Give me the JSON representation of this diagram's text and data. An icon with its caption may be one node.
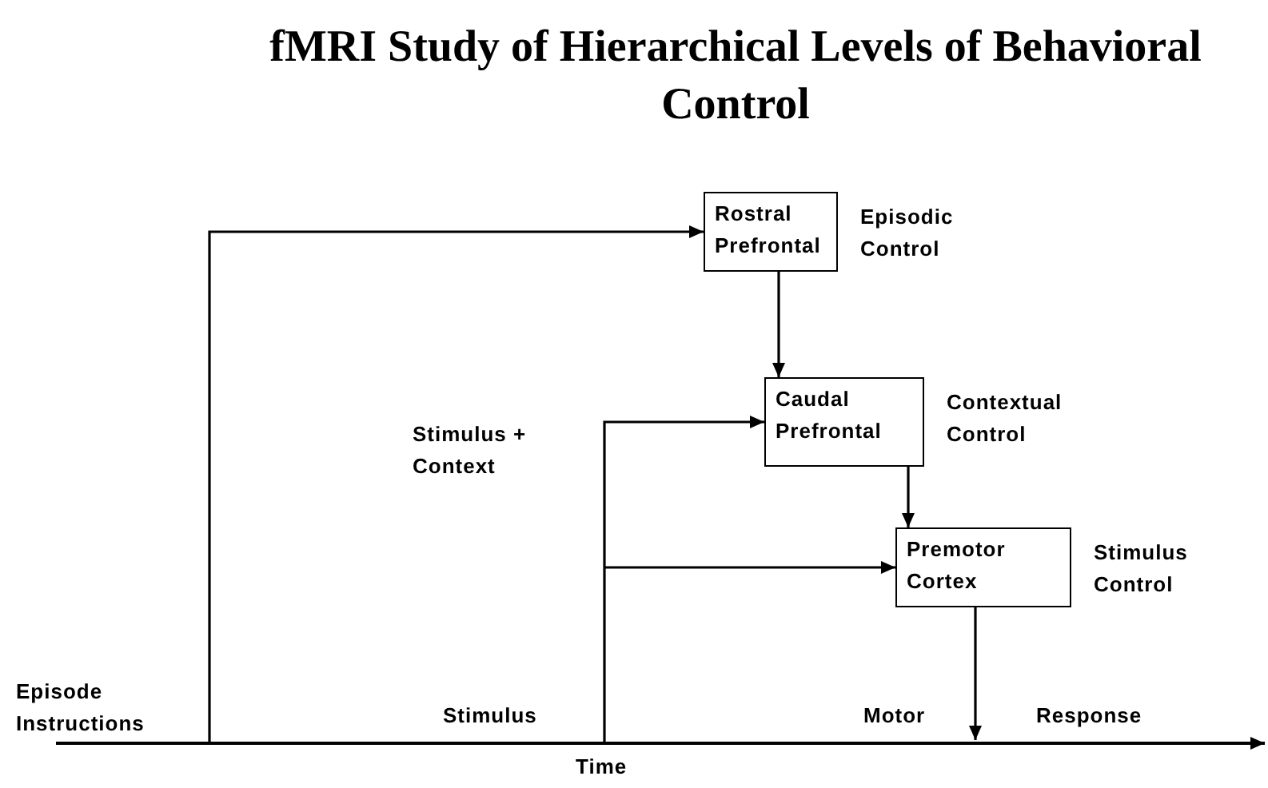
{
  "diagram": {
    "title": "fMRI Study of Hierarchical Levels of Behavioral Control",
    "nodes": [
      {
        "text": [
          "Rostral Prefrontal"
        ],
        "beside": [
          "Episodic Control"
        ]
      },
      {
        "text": [
          "Caudal Prefrontal"
        ],
        "beside": [
          "Contextual Control"
        ]
      },
      {
        "text": [
          "Premotor Cortex"
        ],
        "beside": [
          "Stimulus Control"
        ]
      }
    ],
    "edges": [
      {
        "from": null,
        "to": 0,
        "arrow": "to"
      },
      {
        "from": 0,
        "to": 1,
        "arrow": "to"
      },
      {
        "from": null,
        "to": 1,
        "arrow": "to"
      },
      {
        "from": 1,
        "to": 2,
        "arrow": "to"
      },
      {
        "from": null,
        "to": 2,
        "arrow": "to"
      },
      {
        "from": 2,
        "to": null,
        "arrow": "to"
      }
    ],
    "labels": [
      "Episode Instructions",
      "Stimulus + Context",
      "Stimulus",
      "Motor",
      "Response",
      "Time"
    ]
  }
}
